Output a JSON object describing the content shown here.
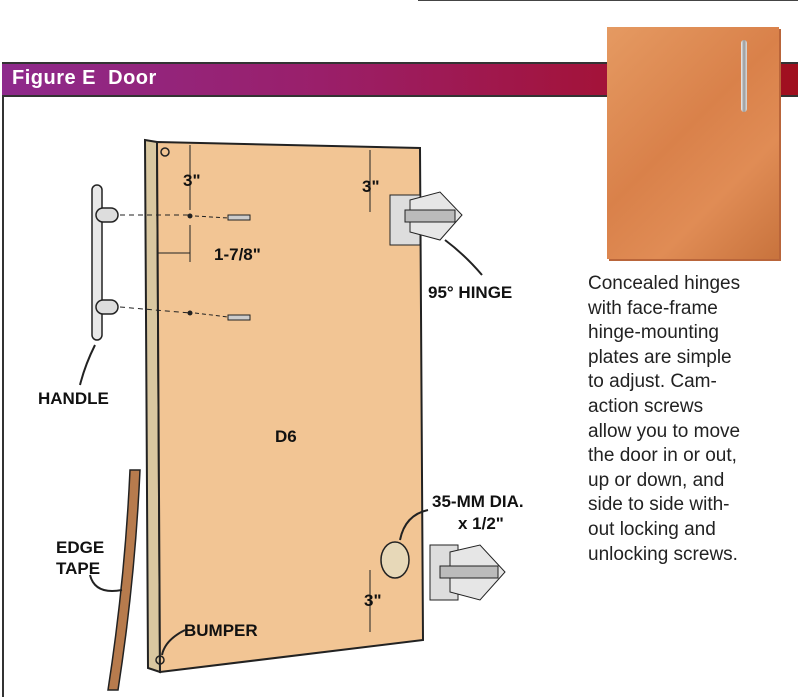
{
  "header": {
    "figure_label": "Figure E",
    "title": "Door"
  },
  "diagram": {
    "part_label": "D6",
    "dim_top_hole": "3\"",
    "dim_top_hinge": "3\"",
    "dim_edge_offset": "1-7/8\"",
    "dim_bottom_hinge": "3\"",
    "hinge_label": "95° HINGE",
    "handle_label": "HANDLE",
    "bore_label_line1": "35-MM DIA.",
    "bore_label_line2": "x 1/2\"",
    "edge_tape_line1": "EDGE",
    "edge_tape_line2": "TAPE",
    "bumper_label": "BUMPER"
  },
  "caption": {
    "lines": [
      "Concealed hinges",
      "with face-frame",
      "hinge-mounting",
      "plates are simple",
      "to adjust. Cam-",
      "action screws",
      "allow you to move",
      "the door in or out,",
      "up or down, and",
      "side to side with-",
      "out locking and",
      "unlocking screws."
    ]
  }
}
